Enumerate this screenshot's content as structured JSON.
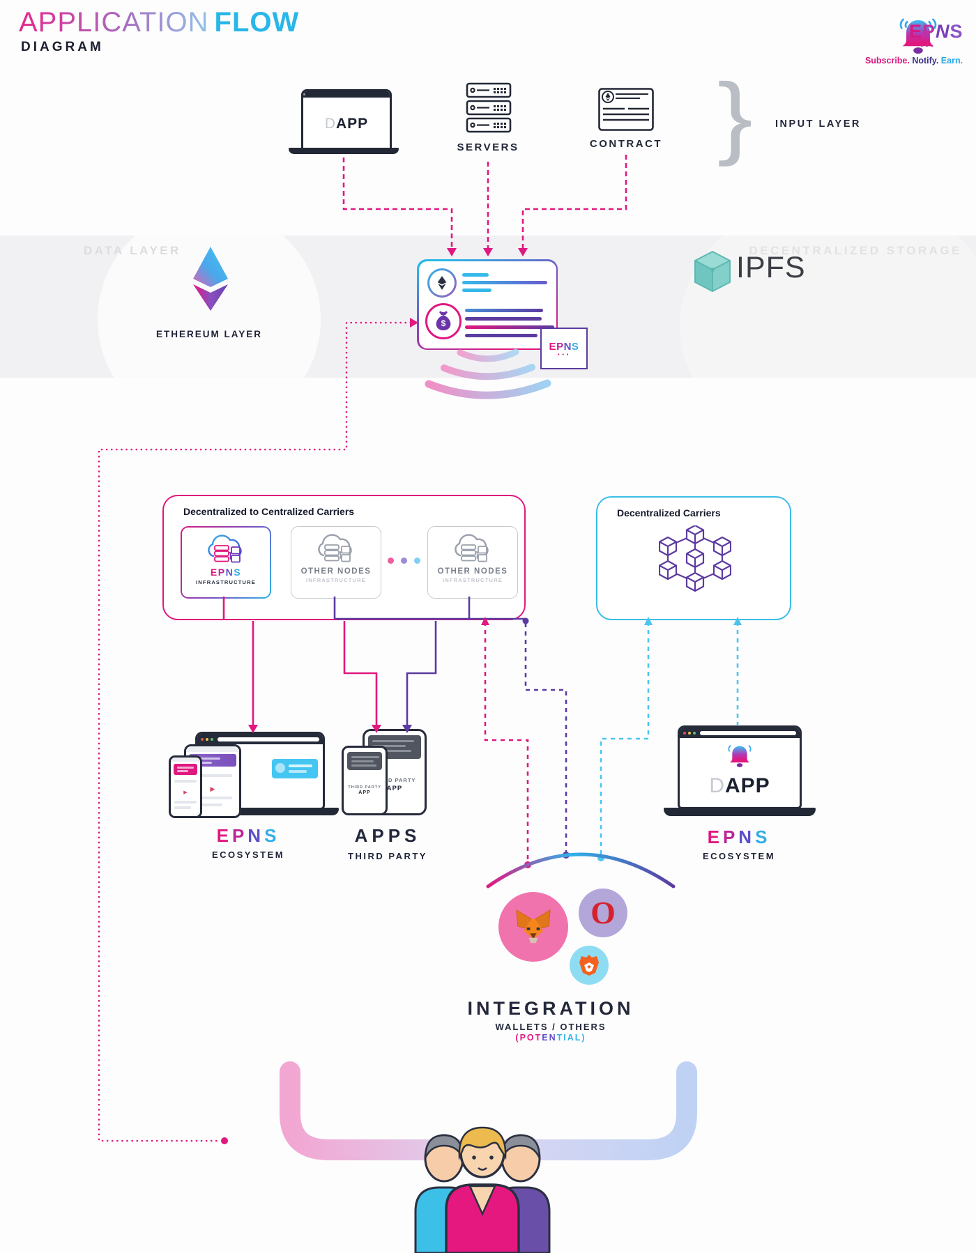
{
  "brand": {
    "letters": [
      "E",
      "P",
      "N",
      "S"
    ],
    "dots": "···"
  },
  "header": {
    "title_main": "APPLICATION",
    "title_accent": "FLOW",
    "subtitle": "DIAGRAM"
  },
  "logo_tagline": {
    "subscribe": "Subscribe.",
    "notify": "Notify.",
    "earn": "Earn."
  },
  "input_layer": {
    "label": "INPUT LAYER",
    "dapp_prefix": "D",
    "dapp_suffix": "APP",
    "servers": "SERVERS",
    "contract": "CONTRACT",
    "brace": "}"
  },
  "data_layer": {
    "left": "DATA LAYER",
    "right": "DECENTRALIZED STORAGE",
    "ethereum": "ETHEREUM LAYER",
    "ipfs": "IPFS"
  },
  "carriers_box": {
    "title": "Decentralized to Centralized Carriers",
    "other_nodes": "OTHER NODES",
    "infrastructure": "INFRASTRUCTURE"
  },
  "decentralized_box": {
    "title": "Decentralized Carriers"
  },
  "ecosystem": {
    "subtitle": "ECOSYSTEM"
  },
  "apps": {
    "title": "APPS",
    "subtitle": "THIRD PARTY",
    "phone_line1": "THIRD PARTY",
    "phone_line2": "APP"
  },
  "integration": {
    "title": "INTEGRATION",
    "subtitle": "WALLETS / OTHERS",
    "potential_a": "(POT",
    "potential_b": "EN",
    "potential_c": "TIAL)",
    "opera_glyph": "O"
  },
  "colors": {
    "pink": "#e0187f",
    "cyan": "#29b6e8",
    "purple": "#5c3ba0",
    "dark": "#1e2235",
    "gray_band": "#f1f1f3"
  }
}
